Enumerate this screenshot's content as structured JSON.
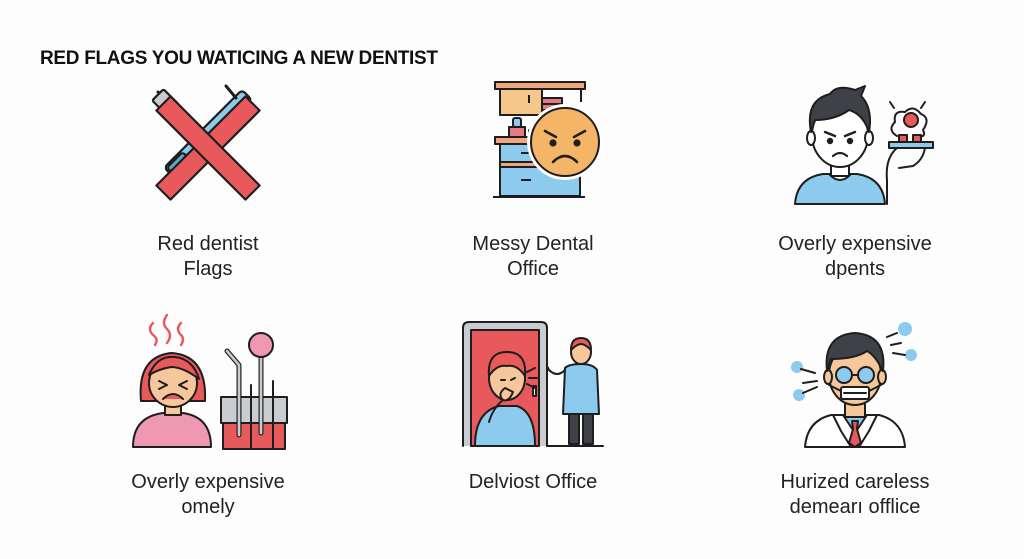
{
  "header": {
    "title": "RED FLAGS YOU WATICING A NEW DENTIST"
  },
  "colors": {
    "red": "#e8595b",
    "blue": "#8ccbee",
    "orange": "#f5b567",
    "skin": "#f6c79b",
    "gray": "#c9cdd2",
    "outline": "#1e1e1e",
    "pink": "#ef98b4"
  },
  "cards": [
    {
      "icon": "crossed-dental-tools-icon",
      "line1": "Red dentist",
      "line2": "Flags"
    },
    {
      "icon": "angry-face-messy-office-icon",
      "line1": "Messy Dental",
      "line2": "Office"
    },
    {
      "icon": "frowning-man-holding-device-icon",
      "line1": "Overly expensive",
      "line2": "dpents"
    },
    {
      "icon": "distressed-woman-dental-tools-icon",
      "line1": "Overly expensive",
      "line2": "omely"
    },
    {
      "icon": "patient-in-doorway-dentist-icon",
      "line1": "Delviost Office",
      "line2": ""
    },
    {
      "icon": "hurried-dentist-mask-icon",
      "line1": "Hurized careless",
      "line2": "demearı offlice"
    }
  ]
}
